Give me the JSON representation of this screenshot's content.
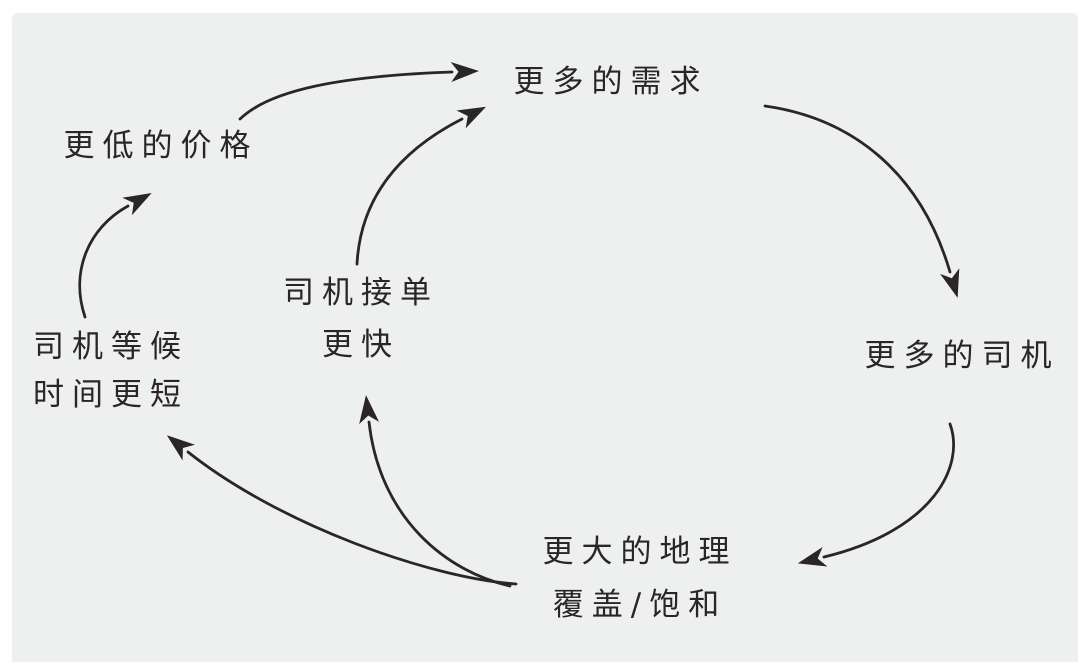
{
  "diagram": {
    "type": "causal-loop-flywheel",
    "colors": {
      "page_background": "#ffffff",
      "panel_background": "#eef0ef",
      "ink": "#2a2526"
    },
    "nodes": [
      {
        "id": "more-demand",
        "label": "更多的需求",
        "lines": [
          "更多的需求"
        ]
      },
      {
        "id": "lower-price",
        "label": "更低的价格",
        "lines": [
          "更低的价格"
        ]
      },
      {
        "id": "faster-pickup",
        "label": "司机接单更快",
        "lines": [
          "司机接单",
          "更快"
        ]
      },
      {
        "id": "shorter-wait",
        "label": "司机等候时间更短",
        "lines": [
          "司机等候",
          "时间更短"
        ]
      },
      {
        "id": "more-drivers",
        "label": "更多的司机",
        "lines": [
          "更多的司机"
        ]
      },
      {
        "id": "wider-coverage",
        "label": "更大的地理覆盖/饱和",
        "lines": [
          "更大的地理",
          "覆盖/饱和"
        ]
      }
    ],
    "connections": [
      {
        "from": "lower-price",
        "to": "more-demand"
      },
      {
        "from": "faster-pickup",
        "to": "more-demand"
      },
      {
        "from": "more-demand",
        "to": "more-drivers"
      },
      {
        "from": "more-drivers",
        "to": "wider-coverage"
      },
      {
        "from": "wider-coverage",
        "to": "shorter-wait"
      },
      {
        "from": "wider-coverage",
        "to": "faster-pickup"
      },
      {
        "from": "shorter-wait",
        "to": "lower-price"
      }
    ]
  }
}
